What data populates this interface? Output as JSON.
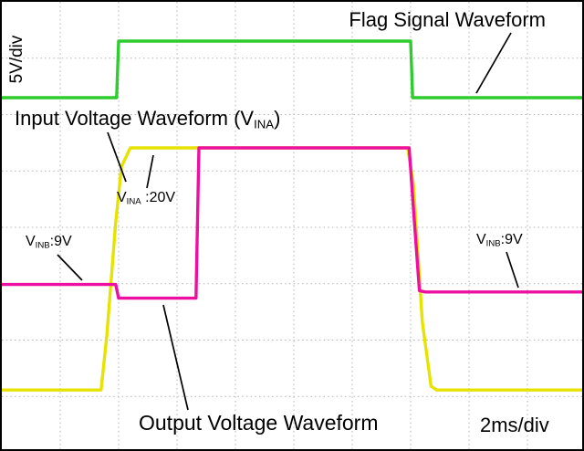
{
  "scope": {
    "volts_per_div": "5V/div",
    "time_per_div": "2ms/div",
    "labels": {
      "flag": "Flag Signal Waveform",
      "input_pre": "Input Voltage Waveform (V",
      "input_sub": "INA",
      "input_post": ")",
      "vina_pre": "V",
      "vina_sub": "INA",
      "vina_post": " :20V",
      "vinb_pre": "V",
      "vinb_sub": "INB",
      "vinb_post": ":9V",
      "output": "Output Voltage Waveform"
    }
  },
  "chart_data": {
    "type": "line",
    "title": "Oscilloscope capture: flag signal, input voltage and output voltage waveforms",
    "x_unit": "ms",
    "y_unit": "V",
    "time_per_div": "2ms/div",
    "volts_per_div": "5V/div",
    "x_range_ms": [
      0,
      20
    ],
    "grid": "dotted, 10 x 8 divisions",
    "annotations": {
      "vina_level": "20V",
      "vinb_level": "9V",
      "flag_high_span_ms": [
        4,
        14
      ]
    },
    "series": [
      {
        "id": "vina",
        "name": "Input Voltage Waveform (VINA)",
        "color": "#e6e300",
        "points": [
          [
            0,
            0.5
          ],
          [
            3.4,
            0.5
          ],
          [
            3.6,
            5
          ],
          [
            3.9,
            14
          ],
          [
            4.1,
            18.5
          ],
          [
            4.4,
            20
          ],
          [
            13.9,
            20
          ],
          [
            14.1,
            17
          ],
          [
            14.4,
            6
          ],
          [
            14.7,
            0.8
          ],
          [
            14.9,
            0.5
          ],
          [
            20,
            0.5
          ]
        ]
      },
      {
        "id": "out",
        "name": "Output Voltage Waveform (VINB 9V)",
        "color": "#ec0fa0",
        "points": [
          [
            0,
            9
          ],
          [
            3.9,
            9
          ],
          [
            4.0,
            7.9
          ],
          [
            6.65,
            7.9
          ],
          [
            6.75,
            20
          ],
          [
            13.95,
            20
          ],
          [
            14.1,
            15
          ],
          [
            14.3,
            8.5
          ],
          [
            14.5,
            8.4
          ],
          [
            20,
            8.4
          ]
        ]
      },
      {
        "id": "flag",
        "name": "Flag Signal Waveform",
        "color": "#2ecc2e",
        "points": [
          [
            0,
            0
          ],
          [
            3.93,
            0
          ],
          [
            4.0,
            5
          ],
          [
            14.0,
            5
          ],
          [
            14.07,
            0
          ],
          [
            20,
            0
          ]
        ]
      }
    ]
  }
}
